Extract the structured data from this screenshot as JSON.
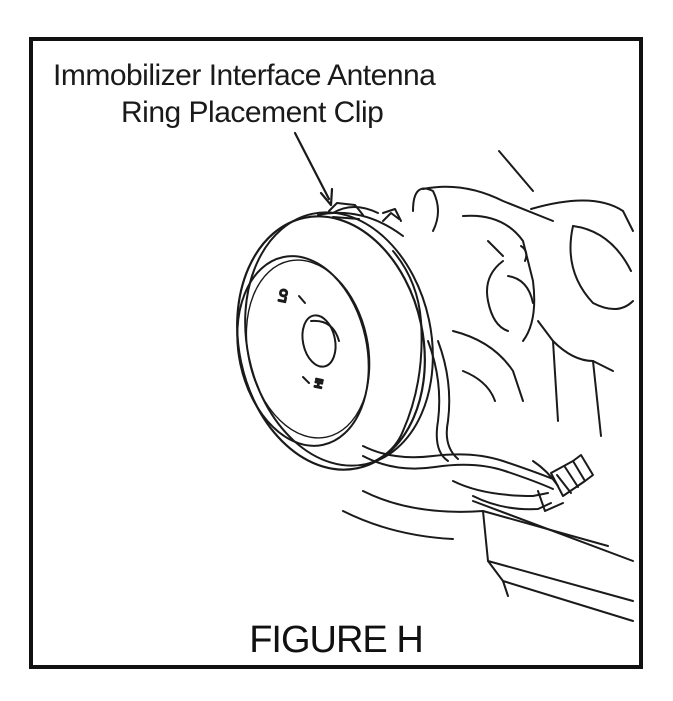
{
  "figure": {
    "callout_line1": "Immobilizer Interface Antenna",
    "callout_line2": "Ring Placement Clip",
    "caption": "FIGURE H",
    "dial_mark_top": "LO",
    "dial_mark_bottom": "HI"
  },
  "colors": {
    "ink": "#111111",
    "background": "#ffffff"
  }
}
